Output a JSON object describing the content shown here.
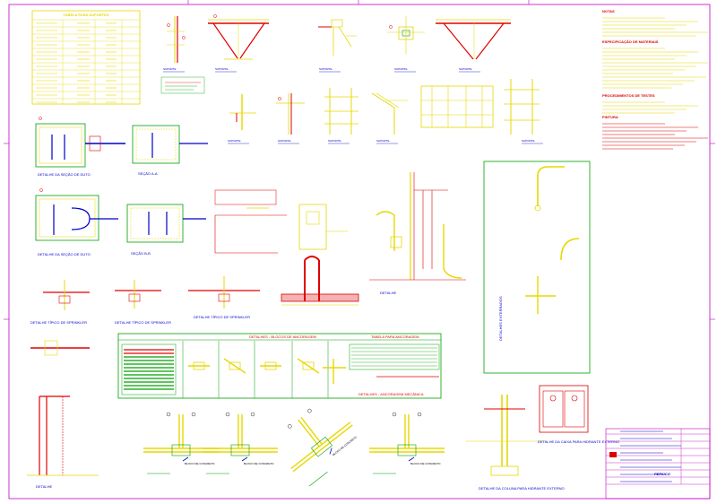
{
  "sheet": {
    "colors": {
      "background": "#ffffff",
      "yellow": "#e6d800",
      "red": "#e00000",
      "green": "#00a000",
      "blue": "#0000c8",
      "magenta": "#c000c0",
      "cyan": "#00a0a0",
      "black": "#000000"
    }
  },
  "supports_table": {
    "title": "TABELA PARA SUPORTES"
  },
  "supports": [
    {
      "label": "SUPORTE"
    },
    {
      "label": "SUPORTE"
    },
    {
      "label": "SUPORTE"
    },
    {
      "label": "SUPORTE"
    },
    {
      "label": "SUPORTE"
    },
    {
      "label": "SUPORTE"
    },
    {
      "label": "SUPORTE"
    },
    {
      "label": "SUPORTE"
    },
    {
      "label": "SUPORTE"
    },
    {
      "label": "SUPORTE"
    }
  ],
  "notes": {
    "heading_1": "NOTAS",
    "heading_2": "ESPECIFICAÇÃO DE MATERIAIS",
    "heading_3": "PROCEDIMENTOS DE TESTES",
    "heading_4": "PINTURA"
  },
  "details": {
    "duct_section_1": "DETALHE DA SEÇÃO DE DUTO",
    "duct_section_2": "DETALHE DA SEÇÃO DE DUTO",
    "section_aa": "SEÇÃO A-A",
    "section_bb": "SEÇÃO B-B",
    "sprinkler_1": "DETALHE TÍPICO DE SPRINKLER",
    "sprinkler_2": "DETALHE TÍPICO DE SPRINKLER",
    "sprinkler_3": "DETALHE TÍPICO DE SPRINKLER",
    "riser": "DETALHE",
    "anchoring_blocks": "DETALHES - BLOCOS DE ANCORAGEM",
    "anchoring_table": "TABELA PARA ANCORAGEM",
    "mechanical_anchoring": "DETALHES - ANCORAGEM MECÂNICA",
    "wall_detail": "DETALHE",
    "hydrant_column": "DETALHE DA COLUNA PARA HIDRANTE EXTERNO",
    "hydrant_box": "DETALHE DA CAIXA PARA HIDRANTE EXTERNO",
    "underground_details": "DETALHES ENTERRADOS",
    "concrete_block": "BLOCO DE CONCRETO"
  },
  "title_block": {
    "logo_text": "PEPSICO"
  }
}
